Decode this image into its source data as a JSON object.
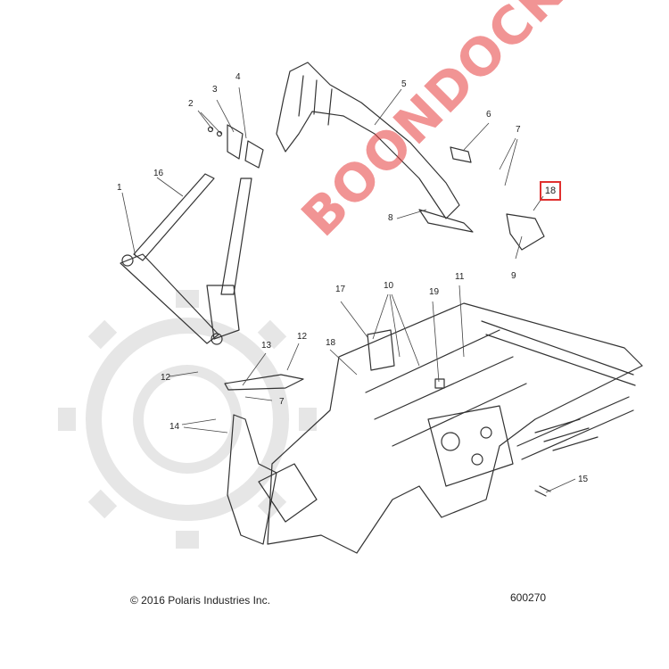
{
  "callouts": [
    "1",
    "2",
    "3",
    "4",
    "5",
    "6",
    "7",
    "8",
    "9",
    "10",
    "11",
    "12",
    "13",
    "14",
    "15",
    "16",
    "17",
    "18",
    "19",
    "12",
    "7",
    "18"
  ],
  "highlighted_callout": "18",
  "copyright": "© 2016 Polaris Industries Inc.",
  "diagram_number": "600270",
  "watermark_text": "BOONDOCKER",
  "colors": {
    "line_art": "#333333",
    "leader_lines": "#444444",
    "highlight_box": "#e0302f",
    "watermark": "#e63c3c",
    "gear_background": "#e6e6e6"
  },
  "icons": [
    "gear-watermark-icon"
  ]
}
